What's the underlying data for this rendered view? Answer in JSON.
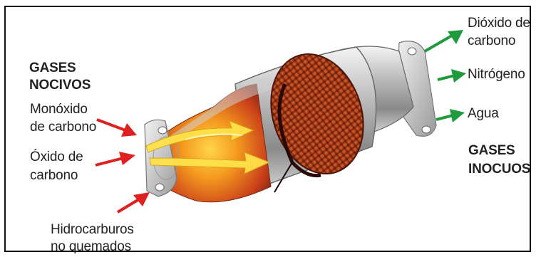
{
  "harmful_gases": {
    "heading_line1": "GASES",
    "heading_line2": "NOCIVOS",
    "items": [
      {
        "line1": "Monóxido",
        "line2": "de carbono"
      },
      {
        "line1": "Óxido de",
        "line2": "carbono"
      },
      {
        "line1": "Hidrocarburos",
        "line2": "no quemados"
      }
    ]
  },
  "harmless_gases": {
    "heading_line1": "GASES",
    "heading_line2": "INOCUOS",
    "items": [
      {
        "line1": "Dióxido de",
        "line2": "carbono"
      },
      {
        "line1": "Nitrógeno"
      },
      {
        "line1": "Agua"
      }
    ]
  },
  "colors": {
    "inlet_arrow": "#e02020",
    "outlet_arrow": "#1f9a3c",
    "flame": "#f07a1a",
    "honeycomb": "#b8451c",
    "shell": "#c9c9c9"
  },
  "icons": [
    "inlet-arrow-icon",
    "outlet-arrow-icon",
    "catalytic-converter-icon"
  ]
}
